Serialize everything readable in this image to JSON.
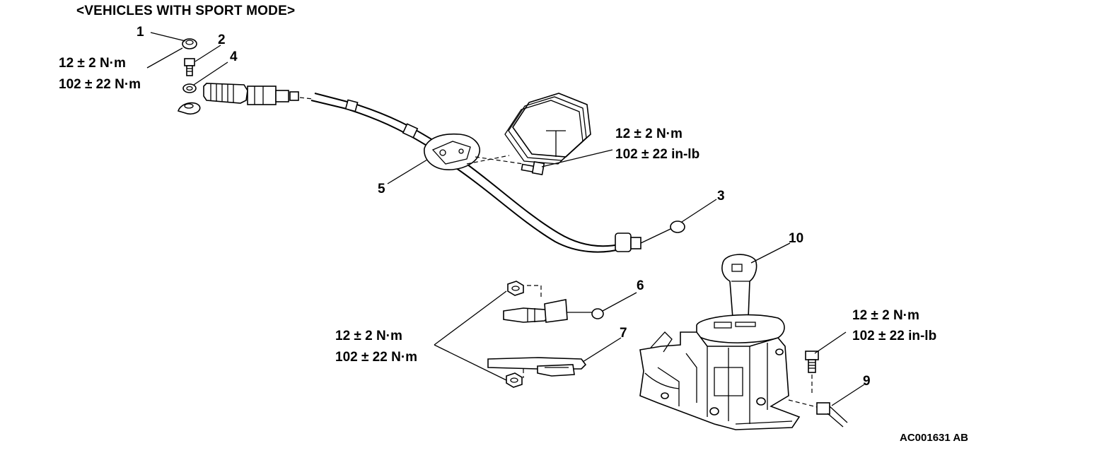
{
  "title": "<VEHICLES WITH SPORT MODE>",
  "figure_code": "AC001631 AB",
  "callouts": [
    {
      "id": "1",
      "text": "1"
    },
    {
      "id": "2",
      "text": "2"
    },
    {
      "id": "3",
      "text": "3"
    },
    {
      "id": "4",
      "text": "4"
    },
    {
      "id": "5",
      "text": "5"
    },
    {
      "id": "6",
      "text": "6"
    },
    {
      "id": "7",
      "text": "7"
    },
    {
      "id": "9",
      "text": "9"
    },
    {
      "id": "10",
      "text": "10"
    }
  ],
  "torque_specs": {
    "top_left": {
      "line1": "12 ± 2 N·m",
      "line2": "102 ± 22 N·m"
    },
    "top_right": {
      "line1": "12 ± 2 N·m",
      "line2": "102 ± 22 in-lb"
    },
    "middle": {
      "line1": "12 ± 2 N·m",
      "line2": "102 ± 22 N·m"
    },
    "lever": {
      "line1": "12 ±  2 N·m",
      "line2": "102 ± 22 in-lb"
    }
  }
}
